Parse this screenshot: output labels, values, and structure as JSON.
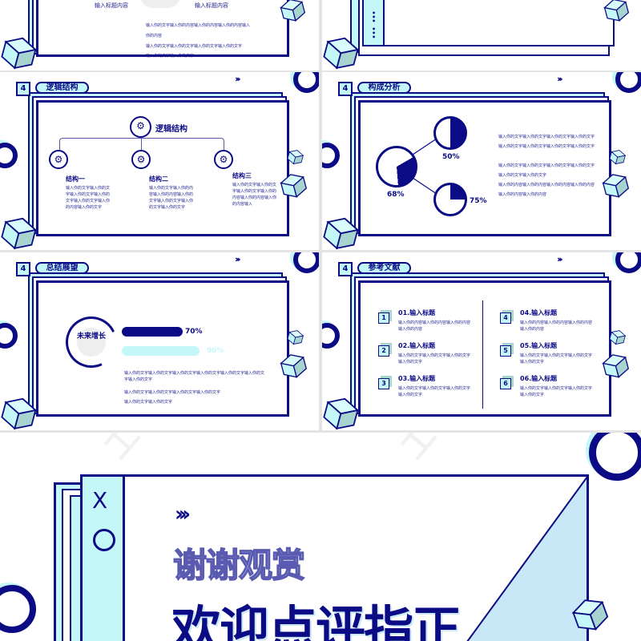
{
  "top_left": {
    "labels": [
      "输入标题内容",
      "输入标题内容"
    ],
    "lines": [
      "输入你的文字输入你的内容输入你的内容输入你的内容输入",
      "你的内容",
      "输入你的文字输入你的文字输入你的文字输入你的文字",
      "输入你的文字输入你的文字"
    ]
  },
  "slide_logic": {
    "num": "4",
    "title": "逻辑结构",
    "center": "逻辑结构",
    "branches": [
      {
        "title": "结构一",
        "text": "输入你的文字输入你的文字输入你的文字输入你的文字输入你的文字输入你的内容输入你的文字"
      },
      {
        "title": "结构二",
        "text": "输入你的文字输入你的内容输入你的内容输入你的文字输入你的文字输入你的文字输入你的文字"
      },
      {
        "title": "结构三",
        "text": "输入你的文字输入你的文字输入你的文字输入你的内容输入你的内容输入你的内容输入"
      }
    ]
  },
  "slide_analysis": {
    "num": "4",
    "title": "构成分析",
    "pies": [
      {
        "label": "50%",
        "value": 50
      },
      {
        "label": "68%",
        "value": 68
      },
      {
        "label": "75%",
        "value": 75
      }
    ],
    "lines": [
      "输入你的文字输入你的文字输入你的文字输入你的文字",
      "输入你的文字输入你的文字输入你的文字输入你的文字",
      "输入你的文字输入你的文字输入你的文字输入你的文字",
      "输入你的文字输入你的文字",
      "输入你的内容输入你的内容输入你的内容输入你的内容",
      "输入你的内容输入你的内容"
    ]
  },
  "slide_summary": {
    "num": "4",
    "title": "总结展望",
    "circle": "未来增长",
    "bars": [
      {
        "label": "70%",
        "value": 70
      },
      {
        "label": "90%",
        "value": 90
      }
    ],
    "lines": [
      "输入你的文字输入你的文字输入你的文字输入你的文字输入你的文字输入你的文字输入你的文字",
      "输入你的文字输入你的文字输入你的文字输入你的文字",
      "输入你的文字输入你的文字"
    ]
  },
  "slide_refs": {
    "num": "4",
    "title": "参考文献",
    "items": [
      {
        "n": "1",
        "title": "01.输入标题",
        "text": "输入你的内容输入你的内容输入你的内容输入你的内容"
      },
      {
        "n": "2",
        "title": "02.输入标题",
        "text": "输入你的文字输入你的文字输入你的文字输入你的文字"
      },
      {
        "n": "3",
        "title": "03.输入标题",
        "text": "输入你的文字输入你的文字输入你的文字输入你的文字"
      },
      {
        "n": "4",
        "title": "04.输入标题",
        "text": "输入你的内容输入你的内容输入你的内容输入你的内容"
      },
      {
        "n": "5",
        "title": "05.输入标题",
        "text": "输入你的文字输入你的文字输入你的文字输入你的文字"
      },
      {
        "n": "6",
        "title": "06.输入标题",
        "text": "输入你的文字输入你的文字输入你的文字输入你的文字"
      }
    ]
  },
  "final": {
    "close_glyph": "X",
    "circle_glyph": "O",
    "thanks": "谢谢观赏",
    "welcome": "欢迎点评指正",
    "chevrons": "›››"
  },
  "colors": {
    "navy": "#0b0b86",
    "cyan": "#c4f8f8",
    "light_blue": "#c8e8f8"
  }
}
